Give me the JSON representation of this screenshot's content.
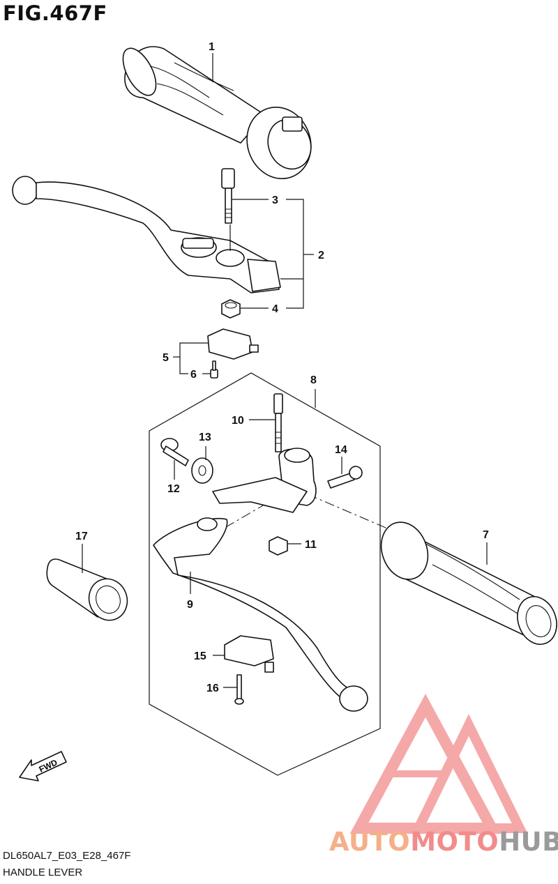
{
  "figure": {
    "title": "FIG.467F",
    "model_code": "DL650AL7_E03_E28_467F",
    "section_name": "HANDLE LEVER",
    "fwd_label": "FWD"
  },
  "callouts": [
    "1",
    "2",
    "3",
    "4",
    "5",
    "6",
    "7",
    "8",
    "9",
    "10",
    "11",
    "12",
    "13",
    "14",
    "15",
    "16",
    "17"
  ],
  "watermark": {
    "part1": "AUTO",
    "part2": "MOTO",
    "part3": "HUB",
    "colors": {
      "part1": "#f4b08a",
      "part2": "#f28c8c",
      "part3": "#9a9a9a",
      "logo": "#f28c8c"
    }
  },
  "colors": {
    "line": "#111111",
    "background": "#ffffff"
  }
}
